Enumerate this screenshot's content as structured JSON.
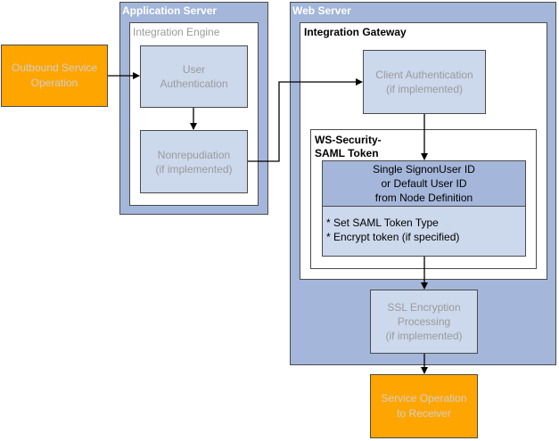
{
  "application_server": {
    "title": "Application Server",
    "integration_engine": {
      "title": "Integration Engine",
      "user_authentication": [
        "User",
        "Authentication"
      ],
      "nonrepudiation": [
        "Nonrepudiation",
        "(if implemented)"
      ]
    }
  },
  "outbound_service_operation": [
    "Outbound Service",
    "Operation"
  ],
  "web_server": {
    "title": "Web Server",
    "integration_gateway": {
      "title": "Integration Gateway",
      "client_authentication": [
        "Client Authentication",
        "(if implemented)"
      ],
      "ws_security": {
        "title": [
          "WS-Security-",
          "SAML Token"
        ],
        "user_id": [
          "Single SignonUser ID",
          "or Default User ID",
          "from Node Definition"
        ],
        "steps": [
          "* Set SAML Token Type",
          "* Encrypt token (if specified)"
        ]
      }
    },
    "ssl_encryption": [
      "SSL Encryption",
      "Processing",
      "(if implemented)"
    ]
  },
  "service_operation_receiver": [
    "Service Operation",
    "to Receiver"
  ],
  "colors": {
    "panel_blue": "#a4b6da",
    "step_blue": "#ccd8ec",
    "orange": "#ffa500",
    "muted_text": "#9a9a9a"
  }
}
